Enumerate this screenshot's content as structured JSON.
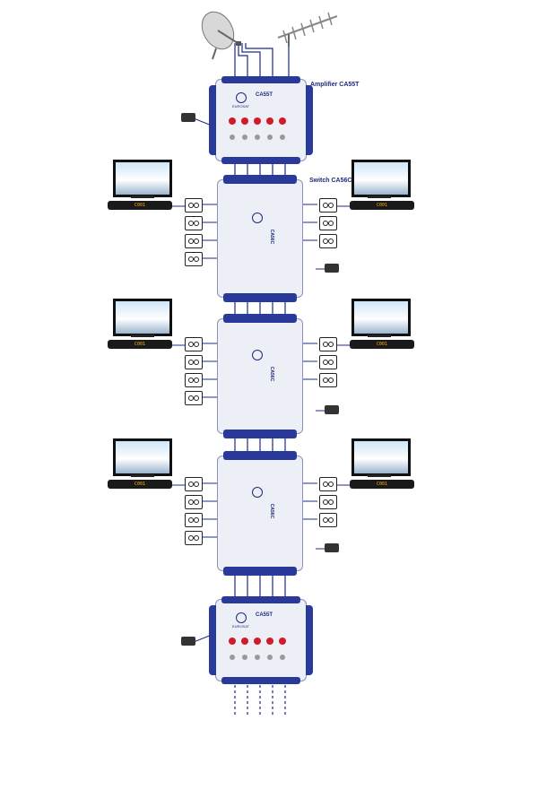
{
  "labels": {
    "amplifier": "Amplifier CA55T",
    "switch": "Switch CA56C"
  },
  "devices": {
    "amp_model": "CA55T",
    "switch_model": "CA56C",
    "brand": "EUROSAT"
  },
  "settop_display": "C001",
  "colors": {
    "device_blue": "#2a3a9a",
    "cable_blue": "#1d2a8a",
    "port_red": "#d21a2a"
  }
}
